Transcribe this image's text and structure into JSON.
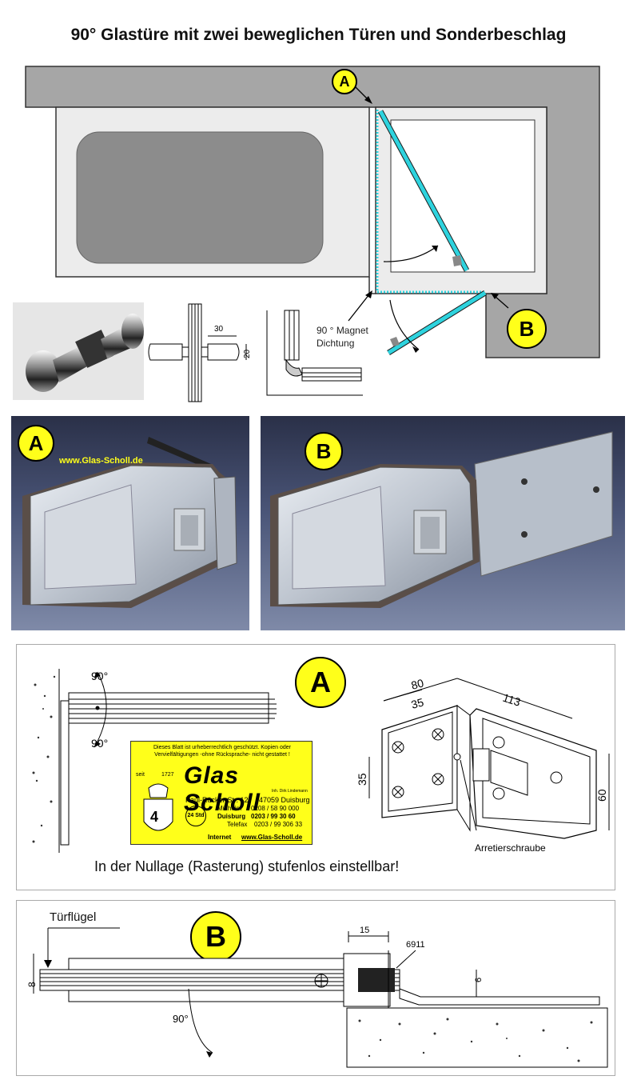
{
  "title": "90° Glastüre mit zwei beweglichen Türen und Sonderbeschlag",
  "plan": {
    "label_a": "A",
    "label_b": "B",
    "magnet_line1": "90 ° Magnet",
    "magnet_line2": "Dichtung"
  },
  "knob_drawing": {
    "dim_width": "30",
    "dim_height": "20"
  },
  "photos": {
    "a_label": "A",
    "a_watermark": "www.Glas-Scholl.de",
    "b_label": "B"
  },
  "drawing_a": {
    "label": "A",
    "angle_top": "90°",
    "angle_bottom": "90°",
    "dim_80": "80",
    "dim_35_top": "35",
    "dim_113": "113",
    "dim_35_side": "35",
    "dim_60": "60",
    "screw_label": "Arretierschraube",
    "caption": "In der Nullage (Rasterung) stufenlos einstellbar!"
  },
  "stamp": {
    "notice": "Dieses Blatt ist urheberrechtlich geschützt. Kopien oder Vervielfältigungen -ohne Rücksprache- nicht gestattet !",
    "since": "seit",
    "year": "1727",
    "brand": "Glas Scholl",
    "owner": "Inh. Dirk Lindemann",
    "street": "Paul-Rücker-Str. 12",
    "city": "47059 Duisburg",
    "muelheim": "Mülheim",
    "muelheim_tel": "0208 / 58 90 000",
    "duisburg": "Duisburg",
    "duisburg_tel": "0203 / 99 30 60",
    "fax_label": "Telefax",
    "fax": "0203 / 99 306 33",
    "internet_label": "Internet",
    "internet": "www.Glas-Scholl.de",
    "badge": "24 Std"
  },
  "drawing_b": {
    "label": "B",
    "door_label": "Türflügel",
    "dim_8": "8",
    "dim_15": "15",
    "dim_6911": "6911",
    "dim_6": "6",
    "angle": "90°"
  },
  "colors": {
    "accent_yellow": "#ffff1a",
    "glass_cyan": "#2ed3de",
    "wall_gray": "#a6a6a6"
  }
}
